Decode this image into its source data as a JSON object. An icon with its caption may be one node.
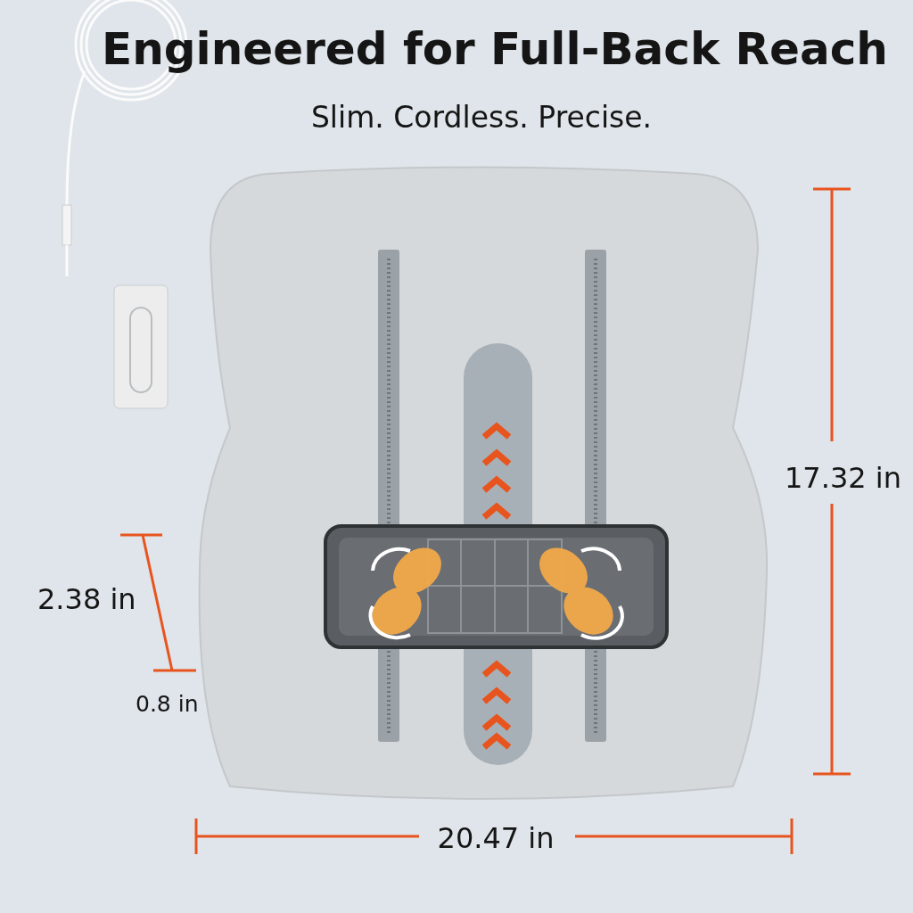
{
  "diagram": {
    "title": "Engineered for Full-Back Reach",
    "labels": [
      "Slim. Cordless. Precise.",
      "17.32 in",
      "2.38 in",
      "0.8 in",
      "20.47 in"
    ]
  }
}
